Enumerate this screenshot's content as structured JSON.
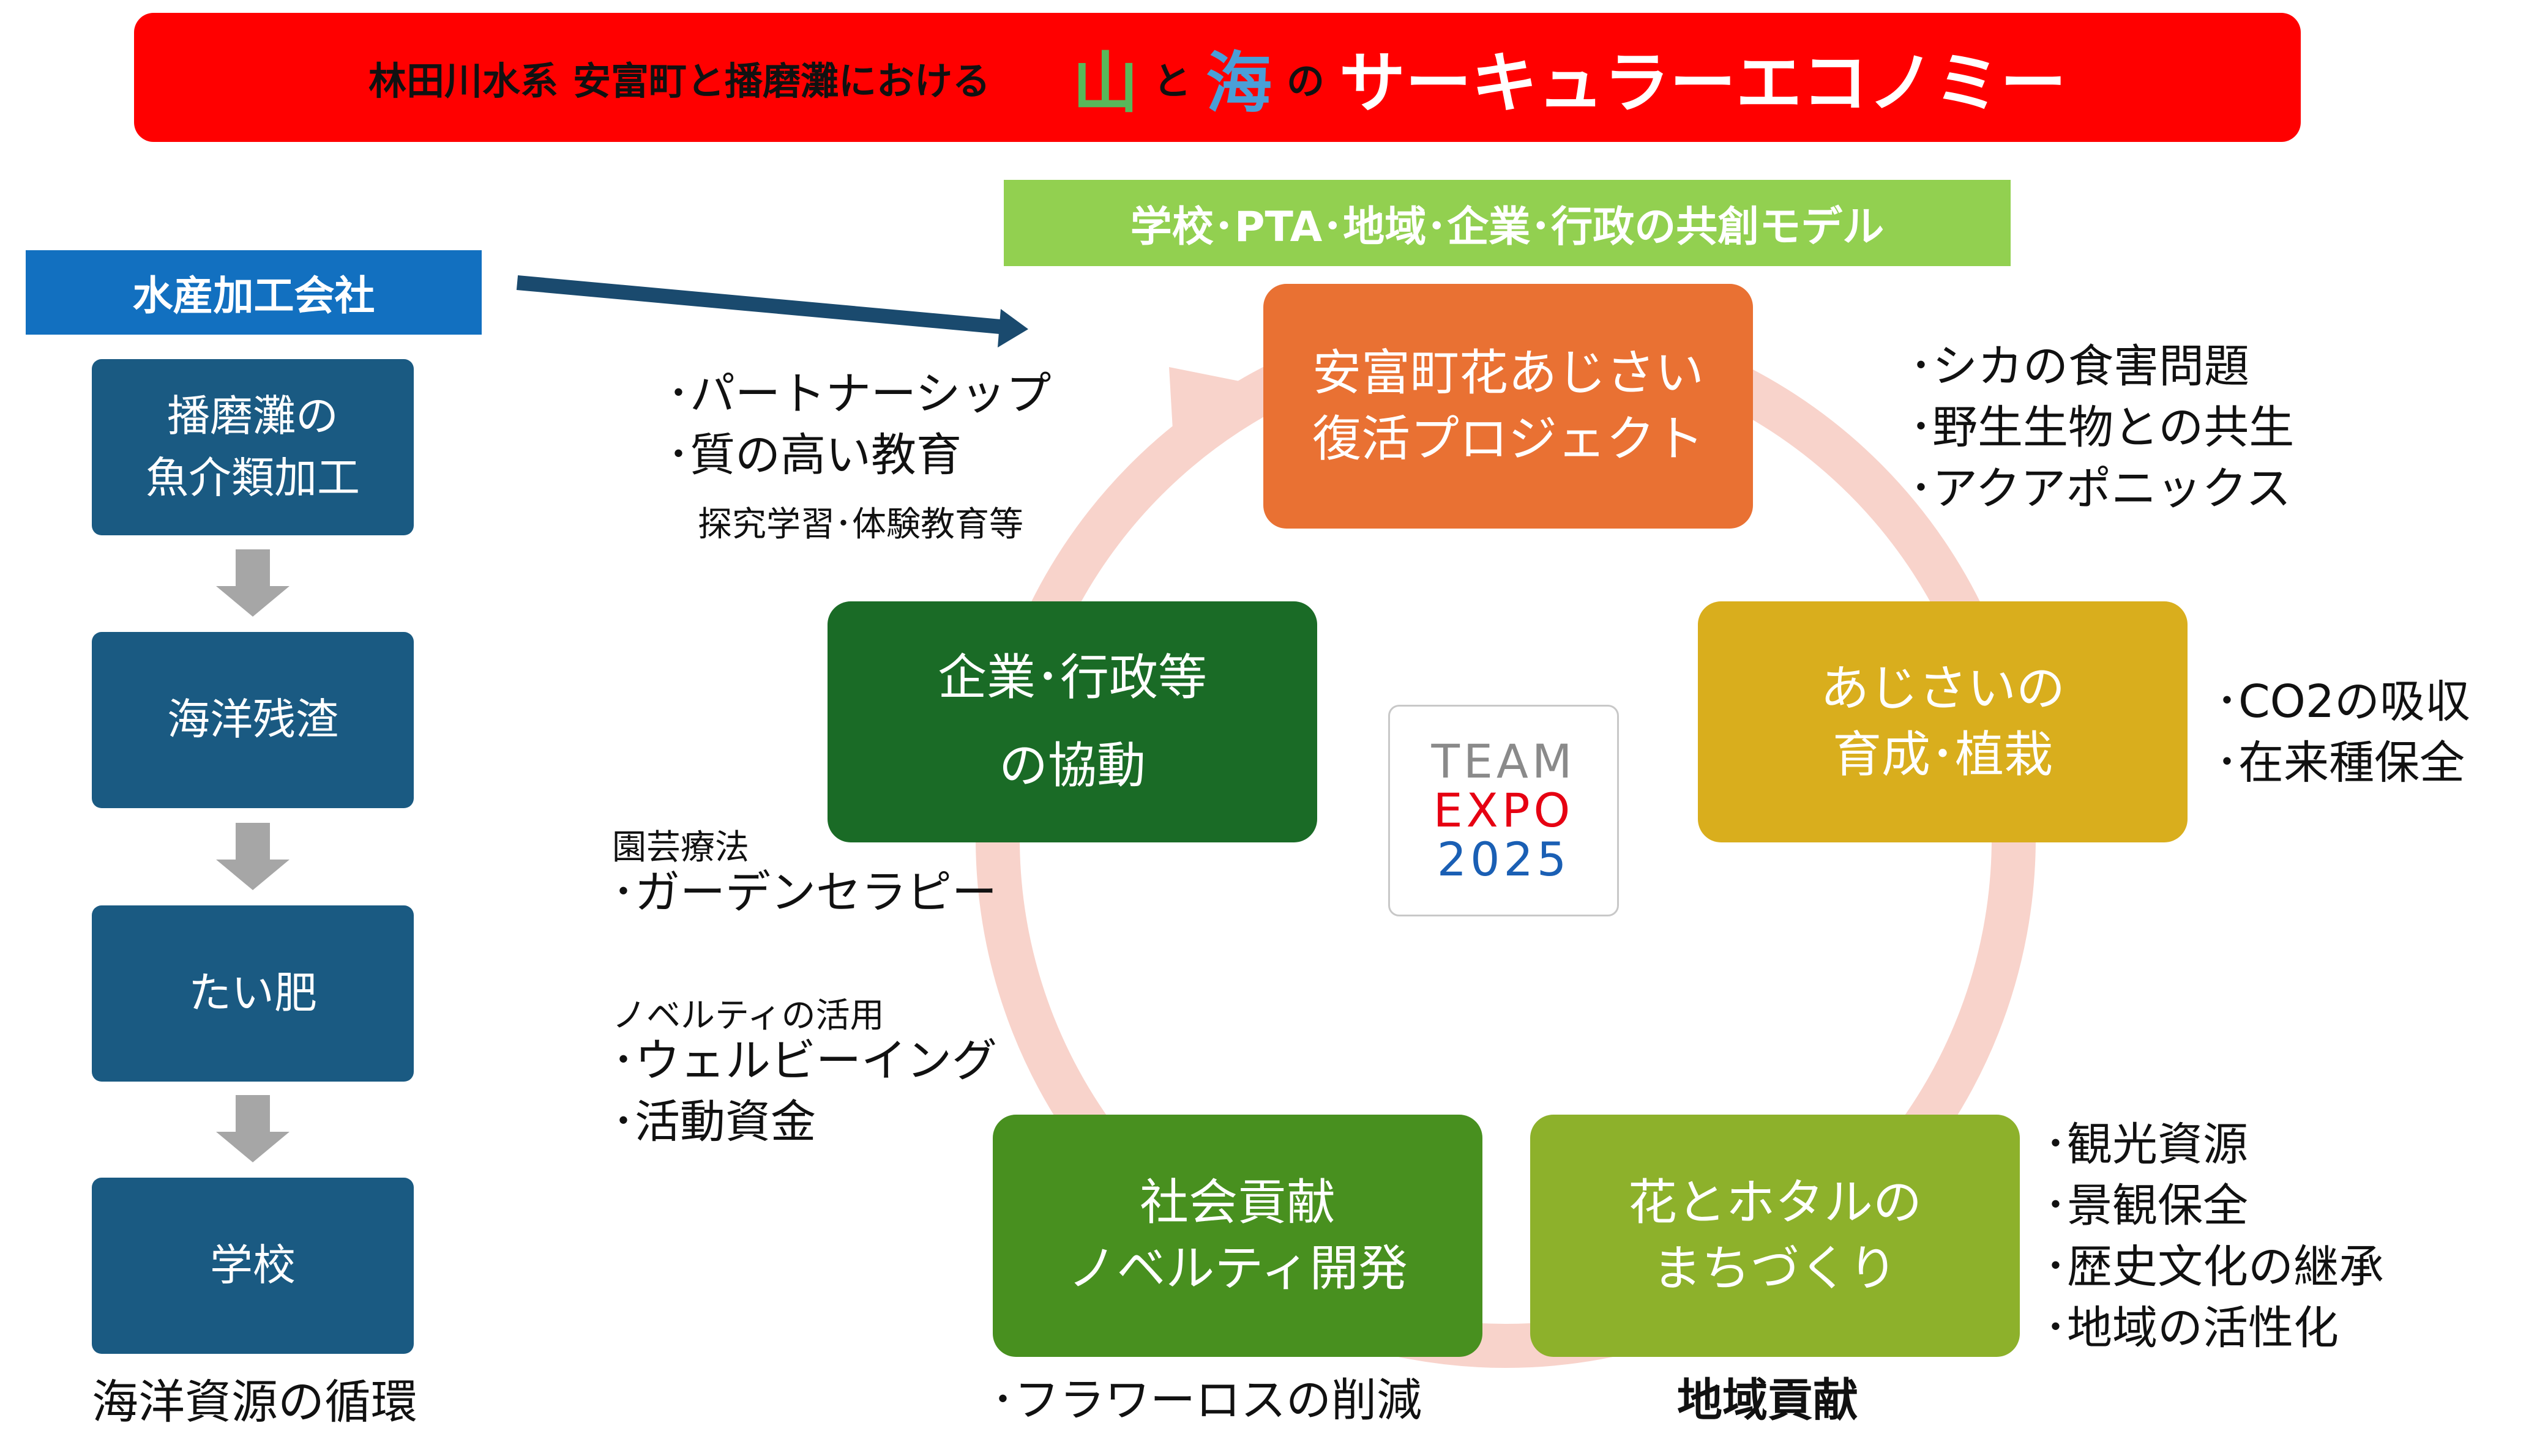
{
  "title": {
    "lead": "林田川水系",
    "mid": "安富町と播磨灘における",
    "yama": "山",
    "to": "と",
    "umi": "海",
    "no": "の",
    "circular": "サーキュラーエコノミー"
  },
  "left_column": {
    "header": "水産加工会社",
    "steps": [
      {
        "lines": [
          "播磨灘の",
          "魚介類加工"
        ]
      },
      {
        "lines": [
          "海洋残渣"
        ]
      },
      {
        "lines": [
          "たい肥"
        ]
      },
      {
        "lines": [
          "学校"
        ]
      }
    ],
    "caption": "海洋資源の循環"
  },
  "model_banner": "学校･PTA･地域･企業･行政の共創モデル",
  "cycle": {
    "ajisai_project": [
      "安富町花あじさい",
      "復活プロジェクト"
    ],
    "ajisai_growth": [
      "あじさいの",
      "育成･植栽"
    ],
    "town": [
      "花とホタルの",
      "まちづくり"
    ],
    "novelty": [
      "社会貢献",
      "ノベルティ開発"
    ],
    "kyodo": [
      "企業･行政等",
      "の協動"
    ]
  },
  "logo": {
    "line1": "TEAM",
    "line2": "EXPO",
    "line3": "2025"
  },
  "notes": {
    "partnership": [
      "･パートナーシップ",
      "･質の高い教育"
    ],
    "partnership_sub": "探究学習･体験教育等",
    "deer": [
      "･シカの食害問題",
      "･野生生物との共生",
      "･アクアポニックス"
    ],
    "co2": [
      "･CO2の吸収",
      "･在来種保全"
    ],
    "tourism": [
      "･観光資源",
      "･景観保全",
      "･歴史文化の継承",
      "･地域の活性化"
    ],
    "regional_label": "地域貢献",
    "flower_loss": "･フラワーロスの削減",
    "garden_head": "園芸療法",
    "garden": "･ガーデンセラピー",
    "novelty_head": "ノベルティの活用",
    "wellbeing": [
      "･ウェルビーイング",
      "･活動資金"
    ]
  },
  "colors": {
    "banner_red": "#ff0000",
    "yama_green": "#58b85a",
    "umi_blue": "#4a9fd8",
    "company_blue": "#1270c0",
    "step_navy": "#1a5a82",
    "model_green": "#92d050",
    "orange": "#e97133",
    "gold": "#d9ae1d",
    "olive": "#8db12b",
    "green": "#48901f",
    "dark_green": "#1a6b26",
    "ring_pink": "#f8d3cb",
    "gray_arrow": "#a6a6a6"
  }
}
